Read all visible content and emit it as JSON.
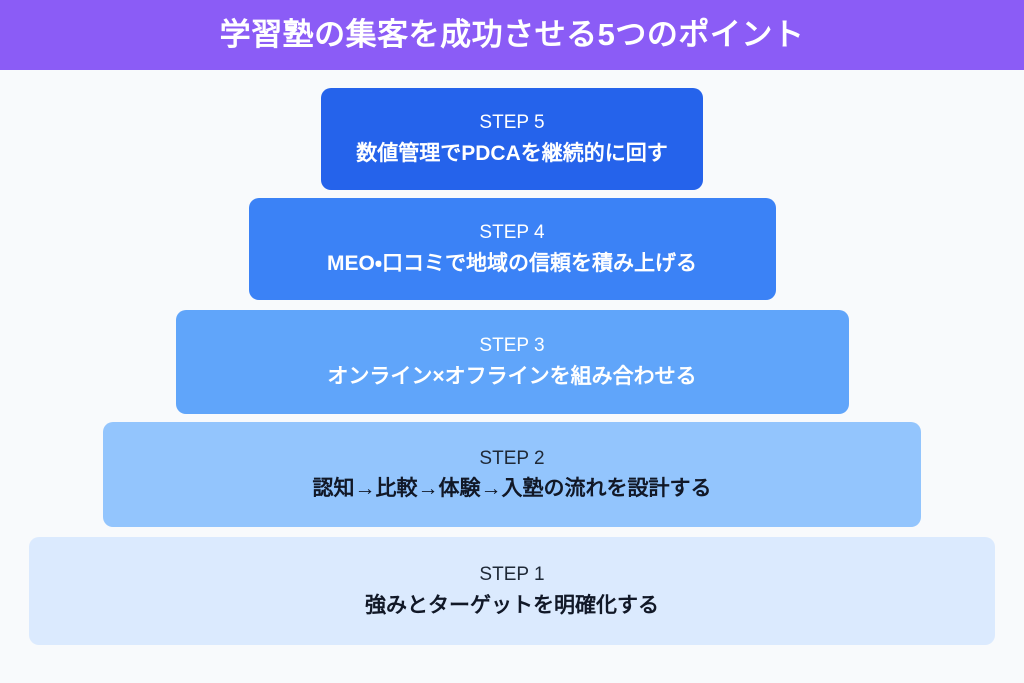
{
  "header": {
    "title": "学習塾の集客を成功させる5つのポイント",
    "background_color": "#8b5cf6",
    "text_color": "#ffffff"
  },
  "page": {
    "background_color": "#f8fafc"
  },
  "chart_data": {
    "type": "pyramid",
    "title": "学習塾の集客を成功させる5つのポイント",
    "orientation": "inverted-pyramid-widest-at-bottom",
    "levels": 5,
    "categories": [
      "STEP 1",
      "STEP 2",
      "STEP 3",
      "STEP 4",
      "STEP 5"
    ],
    "values": [
      966,
      818,
      673,
      527,
      382
    ],
    "value_unit": "px-width",
    "labels": [
      "強みとターゲットを明確化する",
      "認知→比較→体験→入塾の流れを設計する",
      "オンライン×オフラインを組み合わせる",
      "MEO・口コミで地域の信頼を積み上げる",
      "数値管理でPDCAを継続的に回す"
    ],
    "colors": [
      "#dbeafe",
      "#93c5fd",
      "#60a5fa",
      "#3b82f6",
      "#2563eb"
    ]
  },
  "steps": [
    {
      "label": "STEP 5",
      "text": "数値管理でPDCAを継続的に回す",
      "color": "#2563eb",
      "text_color": "#ffffff",
      "label_color": "#ffffff"
    },
    {
      "label": "STEP 4",
      "text": "MEO・口コミで地域の信頼を積み上げる",
      "color": "#3b82f6",
      "text_color": "#ffffff",
      "label_color": "#ffffff"
    },
    {
      "label": "STEP 3",
      "text": "オンライン×オフラインを組み合わせる",
      "color": "#60a5fa",
      "text_color": "#ffffff",
      "label_color": "#ffffff"
    },
    {
      "label": "STEP 2",
      "text": "認知→比較→体験→入塾の流れを設計する",
      "color": "#93c5fd",
      "text_color": "#111827",
      "label_color": "#1f2937"
    },
    {
      "label": "STEP 1",
      "text": "強みとターゲットを明確化する",
      "color": "#dbeafe",
      "text_color": "#111827",
      "label_color": "#1f2937"
    }
  ]
}
